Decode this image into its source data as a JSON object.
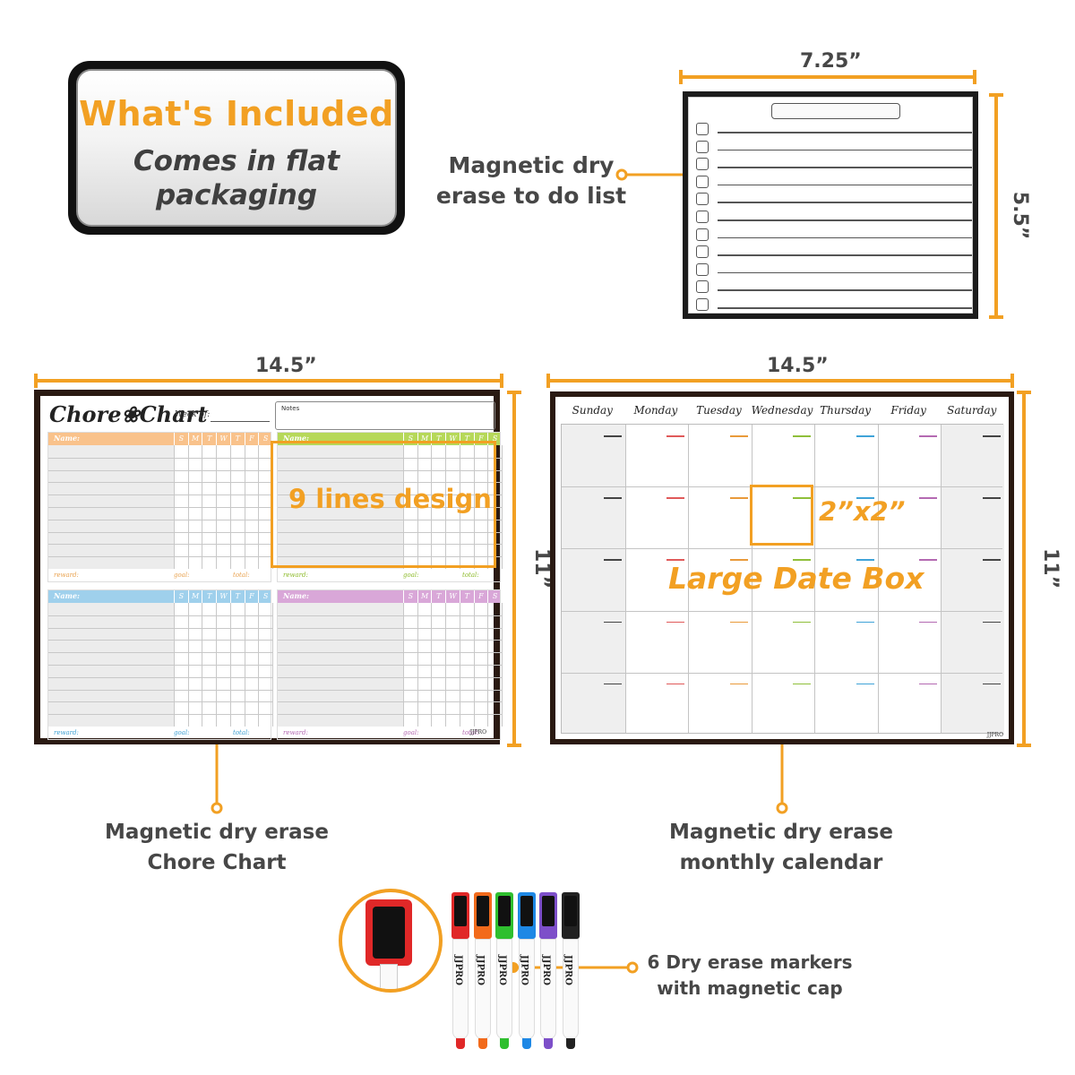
{
  "title_card": {
    "title": "What's Included",
    "subtitle": "Comes in flat\npackaging"
  },
  "todo": {
    "width_label": "7.25”",
    "height_label": "5.5”",
    "callout": "Magnetic dry\nerase to do list",
    "row_count": 11
  },
  "chore": {
    "width_label": "14.5”",
    "height_label": "11”",
    "logo": "Chore❀Chart",
    "week_of": "Week of:",
    "notes_label": "Notes",
    "brand": "JJPRO",
    "name_label": "Name:",
    "days": [
      "S",
      "M",
      "T",
      "W",
      "T",
      "F",
      "S"
    ],
    "footer": {
      "reward": "reward:",
      "goal": "goal:",
      "total": "total:"
    },
    "quadrant_colors": [
      "#f9c28b",
      "#b6d859",
      "#9fd0ec",
      "#d9a7d8"
    ],
    "quadrant_text_colors": [
      "#e9a24f",
      "#8dbb2a",
      "#3ea0d2",
      "#b46ab2"
    ],
    "highlight": "9 lines design",
    "callout": "Magnetic dry erase\nChore Chart"
  },
  "calendar": {
    "width_label": "14.5”",
    "height_label": "11”",
    "days": [
      "Sunday",
      "Monday",
      "Tuesday",
      "Wednesday",
      "Thursday",
      "Friday",
      "Saturday"
    ],
    "tick_colors": [
      "#444444",
      "#e05a5a",
      "#e99a3a",
      "#8fbf3a",
      "#3fa3d8",
      "#b46ab2",
      "#444444"
    ],
    "brand": "JJPRO",
    "box_label": "2”x2”",
    "large_label": "Large Date Box",
    "callout": "Magnetic dry erase\nmonthly calendar"
  },
  "markers": {
    "brand": "JJPRO",
    "colors": [
      "#e02828",
      "#f26a1b",
      "#2fbf2f",
      "#1e88e5",
      "#7d4fc9",
      "#222222"
    ],
    "callout": "6 Dry erase markers\nwith magnetic cap"
  },
  "accent_color": "#f2a023"
}
